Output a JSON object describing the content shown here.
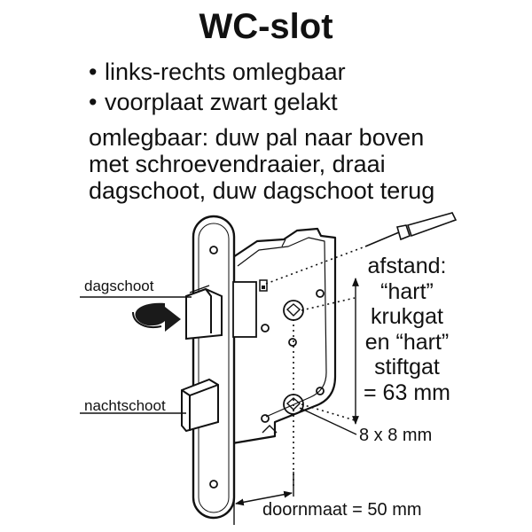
{
  "title": "WC-slot",
  "bullets": [
    "links-rechts omlegbaar",
    "voorplaat zwart gelakt"
  ],
  "bullet_glyph": "•",
  "description_lines": [
    "omlegbaar: duw pal naar boven",
    "met schroevendraaier, draai",
    "dagschoot, duw dagschoot terug"
  ],
  "labels": {
    "dagschoot": "dagschoot",
    "nachtschoot": "nachtschoot",
    "afstand_lines": [
      "afstand:",
      "“hart”",
      "krukgat",
      "en “hart”",
      "stiftgat",
      "= 63 mm"
    ],
    "square_size": "8 x 8 mm",
    "doornmaat": "doornmaat = 50 mm"
  },
  "icons": [
    "screwdriver-icon",
    "rotate-arrow-icon",
    "lock-body",
    "faceplate"
  ],
  "colors": {
    "ink": "#111111",
    "arrow": "#1a1a1a",
    "background": "#ffffff"
  }
}
